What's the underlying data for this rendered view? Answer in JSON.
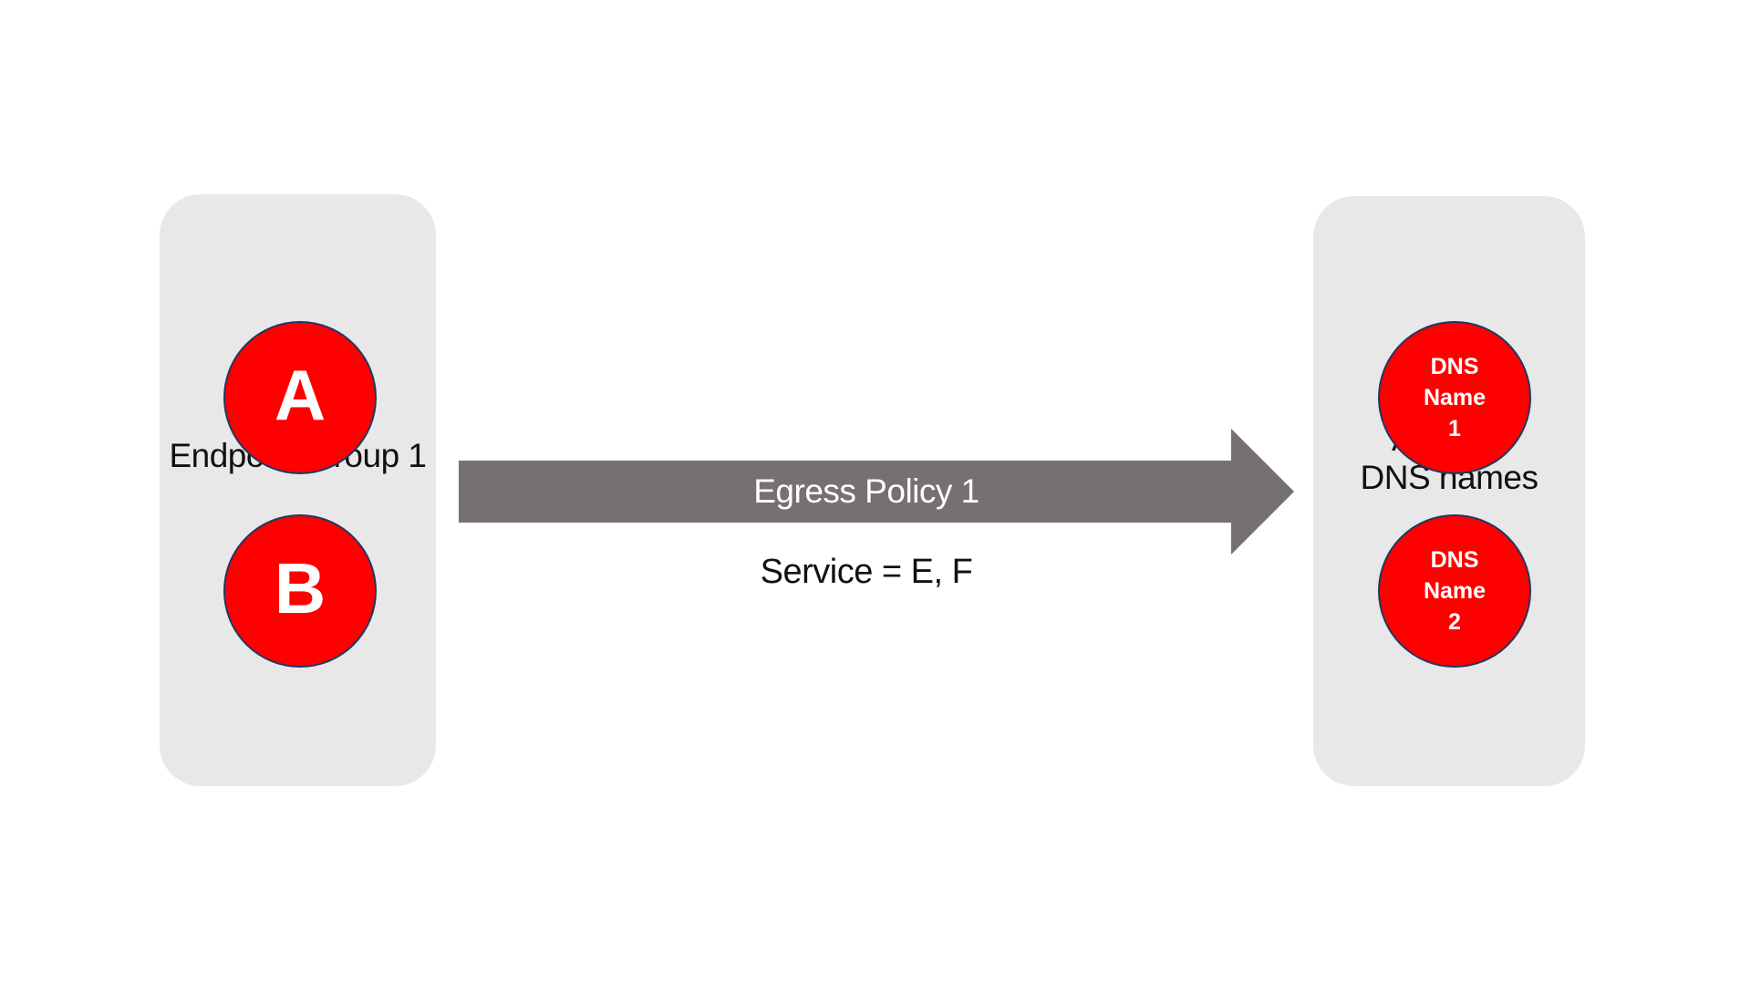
{
  "diagram": {
    "left_group": {
      "title": "Endpoint Group 1",
      "nodes": [
        {
          "label": "A"
        },
        {
          "label": "B"
        }
      ]
    },
    "arrow": {
      "label": "Egress Policy 1",
      "sublabel": "Service = E, F",
      "direction": "left-to-right"
    },
    "right_group": {
      "title_line1": "Allowed",
      "title_line2": "DNS names",
      "nodes": [
        {
          "lines": [
            "DNS",
            "Name",
            "1"
          ]
        },
        {
          "lines": [
            "DNS",
            "Name",
            "2"
          ]
        }
      ]
    },
    "colors": {
      "background": "#ffffff",
      "panel_fill": "#e8e8e8",
      "arrow_fill": "#767171",
      "node_fill": "#fe0000",
      "node_border": "#203864",
      "text_dark": "#111111",
      "text_light": "#ffffff"
    }
  }
}
